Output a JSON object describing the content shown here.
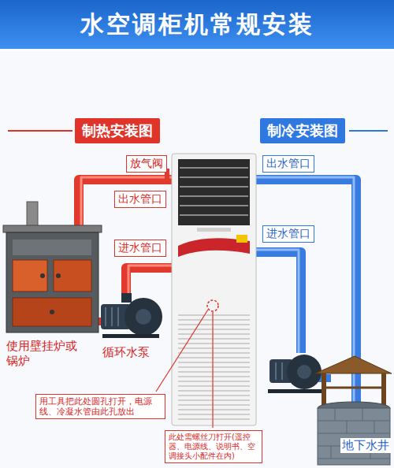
{
  "diagram": {
    "title": "水空调柜机常规安装",
    "nodes": [
      {
        "text": [
          "制热安装图"
        ]
      },
      {
        "text": [
          "放气阀"
        ]
      },
      {
        "text": [
          "出水管口"
        ]
      },
      {
        "text": [
          "进水管口"
        ]
      },
      {
        "text": [
          "制冷安装图"
        ]
      },
      {
        "text": [
          "出水管口"
        ]
      },
      {
        "text": [
          "进水管口"
        ]
      },
      {
        "text": [
          "用工具把此处圆孔打开，电源线、冷凝水管由此孔放出"
        ]
      },
      {
        "text": [
          "此处需螺丝刀打开(遥控器、电源线、说明书、空调接头小配件在内)"
        ]
      }
    ],
    "labels": [
      "使用壁挂炉或锅炉",
      "循环水泵",
      "地下水井"
    ]
  }
}
